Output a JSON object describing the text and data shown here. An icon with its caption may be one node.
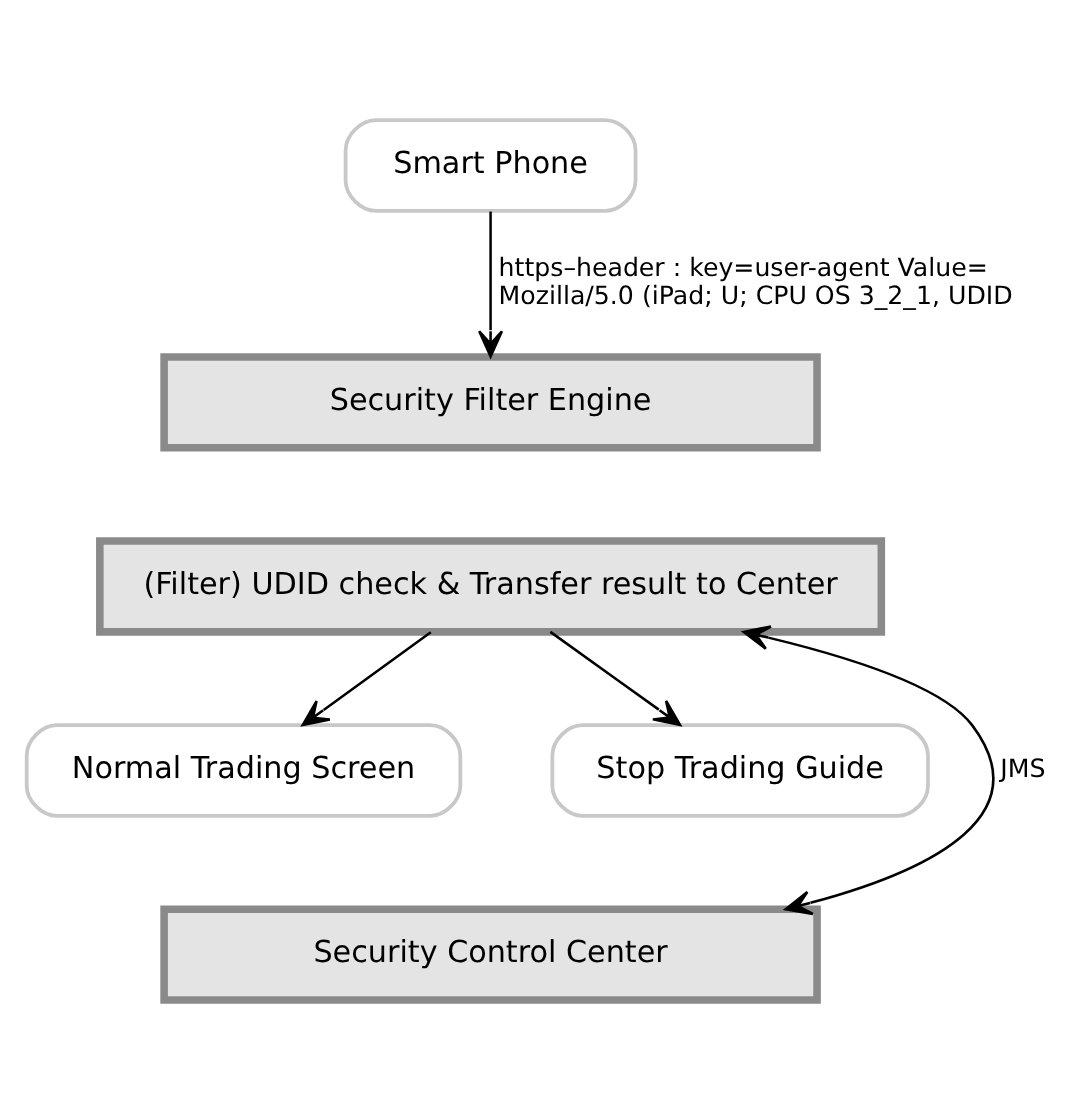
{
  "diagram": {
    "nodes": [
      {
        "text": [
          "Smart Phone"
        ]
      },
      {
        "text": [
          "Security Filter Engine"
        ]
      },
      {
        "text": [
          "(Filter) UDID check & Transfer result to Center"
        ]
      },
      {
        "text": [
          "Normal Trading Screen"
        ]
      },
      {
        "text": [
          "Stop Trading Guide"
        ]
      },
      {
        "text": [
          "Security Control Center"
        ]
      }
    ],
    "edges": [
      {
        "from": 0,
        "to": 1,
        "arrow": "to",
        "label": "https–header : key=user-agent Value= Mozilla/5.0 (iPad; U; CPU OS 3_2_1, UDID"
      },
      {
        "from": 2,
        "to": 3,
        "arrow": "to"
      },
      {
        "from": 2,
        "to": 4,
        "arrow": "to"
      },
      {
        "from": 5,
        "to": 2,
        "arrow": "both",
        "label": "JMS"
      }
    ]
  }
}
